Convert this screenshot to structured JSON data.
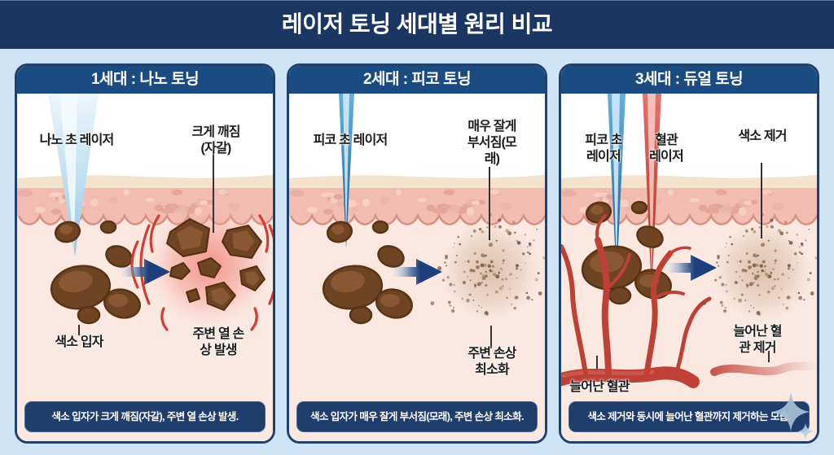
{
  "title": "레이저 토닝 세대별 원리 비교",
  "panels": [
    {
      "header": "1세대 : 나노 토닝",
      "laser_label": "나노 초 레이저",
      "effect_label": "크게 깨짐(자갈)",
      "pigment_label": "색소 입자",
      "damage_label": "주변 열 손상 발생",
      "caption": "색소 입자가 크게 깨짐(자갈), 주변 열 손상 발생."
    },
    {
      "header": "2세대 : 피코 토닝",
      "laser_label": "피코 초 레이저",
      "effect_label": "매우 잘게\n부서짐(모래)",
      "damage_label": "주변 손상 최소화",
      "caption": "색소 입자가 매우 잘게 부서짐(모래), 주변 손상 최소화."
    },
    {
      "header": "3세대 : 듀얼 토닝",
      "laser_label": "피코 초\n레이저",
      "laser_label_2": "혈관\n레이저",
      "effect_label": "색소 제거",
      "vessel_label": "늘어난 혈관",
      "vessel_removed_label": "늘어난 혈관 제거",
      "caption": "색소 제거와 동시에 늘어난 혈관까지 제거하는 모습."
    }
  ],
  "colors": {
    "background": "#cfe4f4",
    "title_bar": "#1b3662",
    "panel_header": "#1a4c82",
    "caption_bar": "#203e6d",
    "laser_blue_light": "#9fcde9",
    "laser_blue_dark": "#12578f",
    "laser_red": "#a92520",
    "pigment_brown": "#6f4423",
    "vessel_red": "#bf4136",
    "arrow_navy": "#1d3f7c",
    "skin_epidermis": "#f2bcb1",
    "skin_dermis": "#fbe9e1"
  }
}
